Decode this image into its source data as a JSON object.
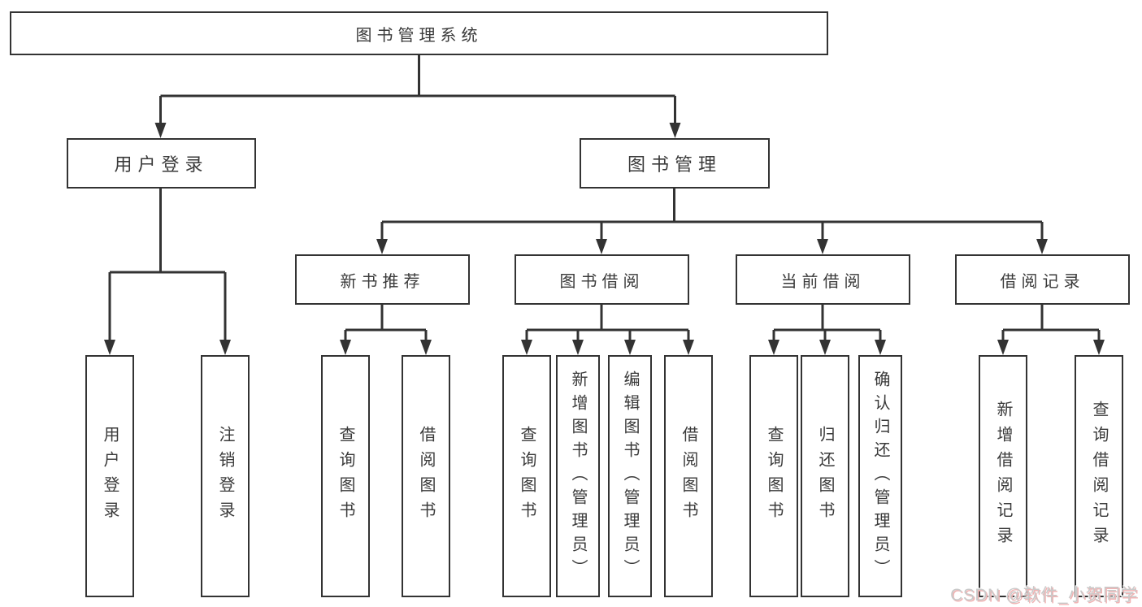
{
  "diagram": {
    "type": "hierarchy-diagram",
    "tree": {
      "root": {
        "label": "图书管理系统",
        "children": [
          {
            "label": "用户登录",
            "children": [
              {
                "label": "用户登录"
              },
              {
                "label": "注销登录"
              }
            ]
          },
          {
            "label": "图书管理",
            "children": [
              {
                "label": "新书推荐",
                "children": [
                  {
                    "label": "查询图书"
                  },
                  {
                    "label": "借阅图书"
                  }
                ]
              },
              {
                "label": "图书借阅",
                "children": [
                  {
                    "label": "查询图书"
                  },
                  {
                    "label": "新增图书（管理员）"
                  },
                  {
                    "label": "编辑图书（管理员）"
                  },
                  {
                    "label": "借阅图书"
                  }
                ]
              },
              {
                "label": "当前借阅",
                "children": [
                  {
                    "label": "查询图书"
                  },
                  {
                    "label": "归还图书"
                  },
                  {
                    "label": "确认归还（管理员）"
                  }
                ]
              },
              {
                "label": "借阅记录",
                "children": [
                  {
                    "label": "新增借阅记录"
                  },
                  {
                    "label": "查询借阅记录"
                  }
                ]
              }
            ]
          }
        ]
      }
    },
    "colors": {
      "line": "#333333",
      "box_border": "#333333",
      "text": "#3a3a3a",
      "background": "#ffffff",
      "watermark_text_color": "#c9c9c9",
      "watermark_shadow": "#f0b4b4"
    }
  },
  "watermark": {
    "text": "CSDN @软件_小贺同学"
  }
}
